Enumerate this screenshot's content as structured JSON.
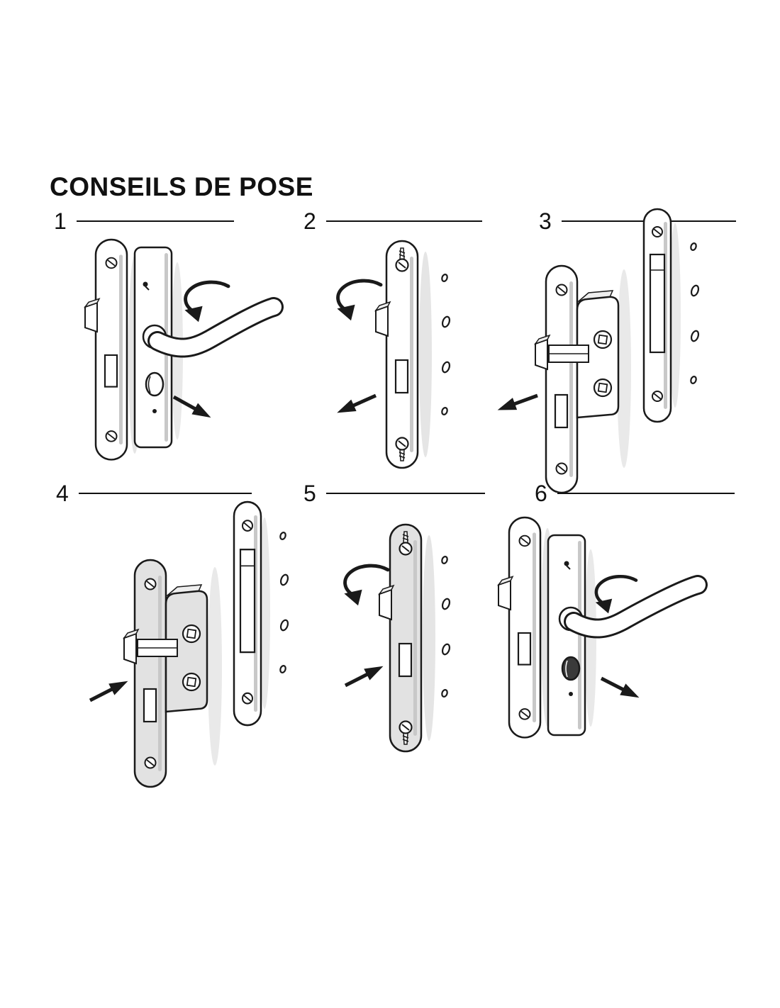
{
  "title": "CONSEILS DE POSE",
  "colors": {
    "ink": "#1a1a1a",
    "shade": "#c8c8c8",
    "plate_fill": "#ffffff",
    "highlight_fill": "#e2e2e2"
  },
  "steps": [
    {
      "number": "1"
    },
    {
      "number": "2"
    },
    {
      "number": "3"
    },
    {
      "number": "4"
    },
    {
      "number": "5"
    },
    {
      "number": "6"
    }
  ]
}
